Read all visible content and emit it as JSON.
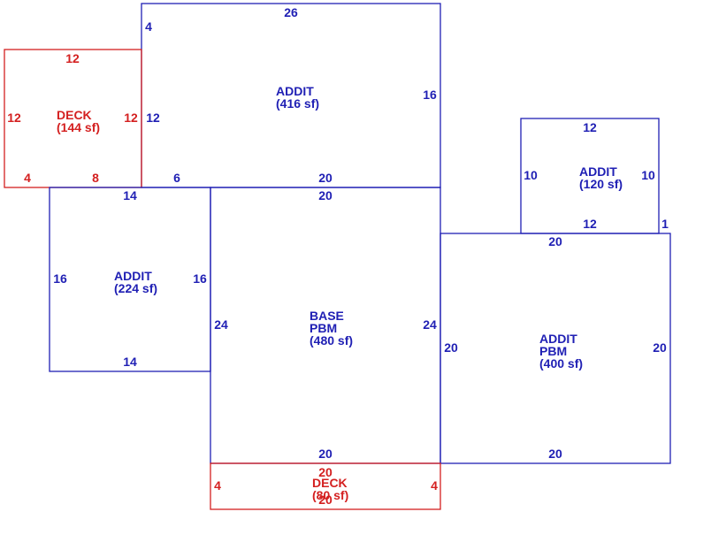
{
  "colors": {
    "addition": "#1f1fb4",
    "deck": "#d42020"
  },
  "rooms": [
    {
      "id": "addit-top",
      "kind": "addition",
      "label": [
        "ADDIT",
        "(416 sf)"
      ],
      "dims": [
        "26",
        "16",
        "20",
        "4",
        "6",
        "12"
      ]
    },
    {
      "id": "deck-left",
      "kind": "deck",
      "label": [
        "DECK",
        "(144 sf)"
      ],
      "dims": [
        "12",
        "12",
        "12",
        "4",
        "8"
      ]
    },
    {
      "id": "addit-small",
      "kind": "addition",
      "label": [
        "ADDIT",
        "(120 sf)"
      ],
      "dims": [
        "12",
        "10",
        "10",
        "12",
        "1"
      ]
    },
    {
      "id": "addit-left",
      "kind": "addition",
      "label": [
        "ADDIT",
        "(224 sf)"
      ],
      "dims": [
        "14",
        "16",
        "16",
        "14"
      ]
    },
    {
      "id": "base",
      "kind": "addition",
      "label": [
        "BASE",
        "PBM",
        "(480 sf)"
      ],
      "dims": [
        "20",
        "24",
        "24",
        "20"
      ]
    },
    {
      "id": "addit-right",
      "kind": "addition",
      "label": [
        "ADDIT",
        "PBM",
        "(400 sf)"
      ],
      "dims": [
        "20",
        "20",
        "20",
        "20"
      ]
    },
    {
      "id": "deck-bottom",
      "kind": "deck",
      "label": [
        "DECK",
        "(80 sf)"
      ],
      "dims": [
        "20",
        "4",
        "4",
        "20"
      ]
    }
  ]
}
